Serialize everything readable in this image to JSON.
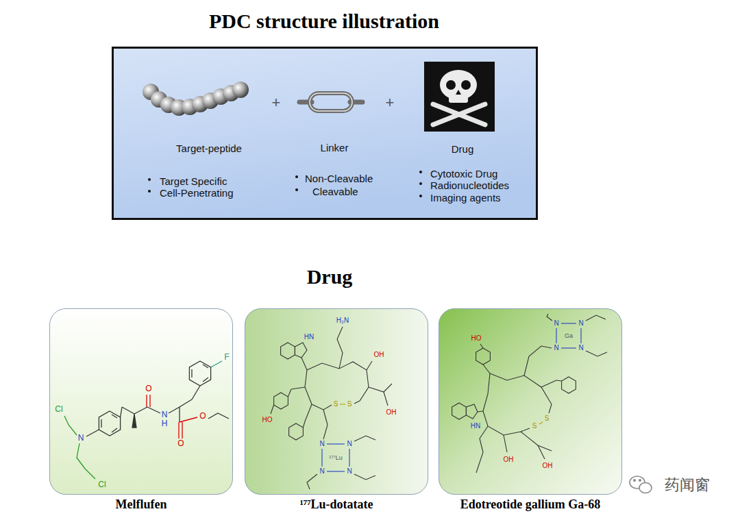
{
  "diagram": {
    "title": "PDC structure illustration",
    "nodes": [
      {
        "text": [
          "Target-peptide",
          "Target Specific",
          "Cell-Penetrating",
          "+",
          "Linker",
          "Non-Cleavable",
          "Cleavable",
          "+",
          "Drug",
          "Cytotoxic Drug",
          "Radionucleotides",
          "Imaging agents"
        ]
      },
      {
        "text": [
          "Melflufen"
        ]
      },
      {
        "text": [
          "¹⁷⁷Lu-dotatate"
        ]
      },
      {
        "text": [
          "Edotreotide gallium Ga-68"
        ]
      }
    ],
    "labels": [
      "Drug",
      "F",
      "O",
      "N",
      "H",
      "O",
      "O",
      "N",
      "Cl",
      "Cl",
      "H₂N",
      "HN",
      "HO",
      "OH",
      "OH",
      "S",
      "S",
      "N",
      "N",
      "N",
      "N",
      "¹⁷⁷Lu",
      "HO",
      "HN",
      "OH",
      "OH",
      "S",
      "S",
      "N",
      "N",
      "N",
      "N",
      "Ga",
      "药闻窗"
    ]
  }
}
